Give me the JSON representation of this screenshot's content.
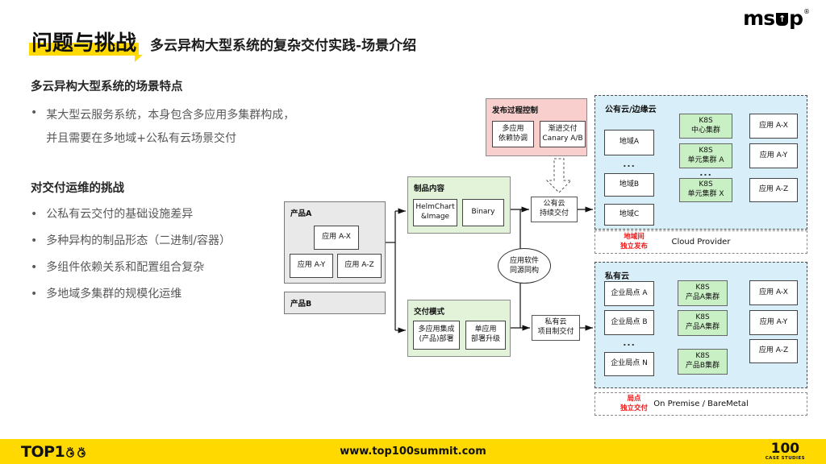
{
  "header": {
    "title": "问题与挑战",
    "subtitle": "多云异构大型系统的复杂交付实践-场景介绍",
    "brand": {
      "ms": "ms",
      "p": "p",
      "arrow": "↑",
      "reg": "®"
    }
  },
  "left": {
    "features": {
      "heading": "多云异构大型系统的场景特点",
      "bullets": [
        "某大型云服务系统，本身包含多应用多集群构成，并且需要在多地域+公私有云场景交付"
      ]
    },
    "challenges": {
      "heading": "对交付运维的挑战",
      "bullets": [
        "公私有云交付的基础设施差异",
        "多种异构的制品形态（二进制/容器）",
        "多组件依赖关系和配置组合复杂",
        "多地域多集群的规模化运维"
      ]
    }
  },
  "diagram": {
    "product_a": {
      "title": "产品A",
      "apps": [
        "应用 A-X",
        "应用 A-Y",
        "应用 A-Z"
      ]
    },
    "product_b": {
      "title": "产品B"
    },
    "release_control": {
      "title": "发布过程控制",
      "items": [
        "多应用\n依赖协调",
        "渐进交付\nCanary A/B"
      ]
    },
    "artifact": {
      "title": "制品内容",
      "items": [
        "HelmChart\n&Image",
        "Binary"
      ]
    },
    "delivery_mode": {
      "title": "交付模式",
      "items": [
        "多应用集成\n(产品)部署",
        "单应用\n部署升级"
      ]
    },
    "public_cd": "公有云\n持续交付",
    "private_delivery": "私有云\n项目制交付",
    "sync_ellipse": "应用软件\n同源同构",
    "public_cloud": {
      "title": "公有云/边缘云",
      "regions": [
        "地域A",
        "地域B",
        "地域C"
      ],
      "regions_dots": "...",
      "clusters": [
        "K8S\n中心集群",
        "K8S\n单元集群 A",
        "K8S\n单元集群 X"
      ],
      "clusters_dots": "...",
      "apps": [
        "应用 A-X",
        "应用 A-Y",
        "应用 A-Z"
      ],
      "strip_note": "地域间\n独立发布",
      "strip_label": "Cloud Provider"
    },
    "private_cloud": {
      "title": "私有云",
      "sites": [
        "企业局点 A",
        "企业局点 B",
        "企业局点 N"
      ],
      "sites_dots": "...",
      "clusters": [
        "K8S\n产品A集群",
        "K8S\n产品A集群",
        "K8S\n产品B集群"
      ],
      "apps": [
        "应用 A-X",
        "应用 A-Y",
        "应用 A-Z"
      ],
      "strip_note": "局点\n独立交付",
      "strip_label": "On Premise / BareMetal"
    }
  },
  "footer": {
    "brand_left": "TOP1",
    "url": "www.top100summit.com",
    "brand_right": "100",
    "brand_right_sub": "CASE STUDIES"
  }
}
